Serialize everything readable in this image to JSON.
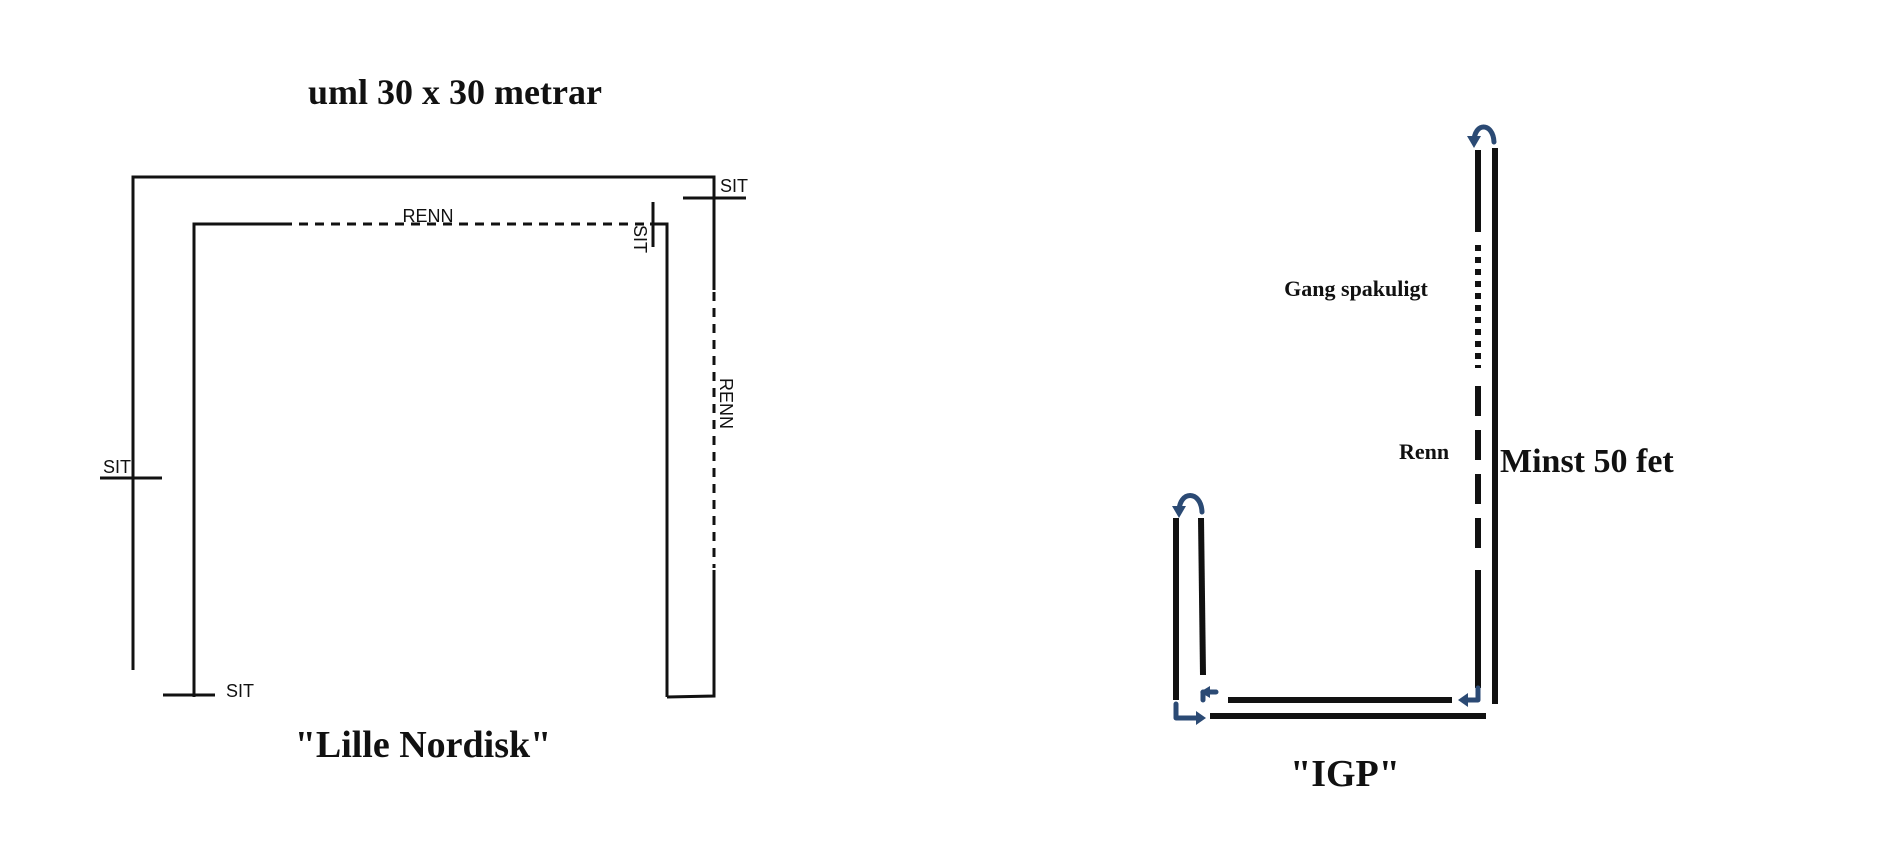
{
  "left_diagram": {
    "title": "uml 30 x 30 metrar",
    "caption": "\"Lille Nordisk\"",
    "labels": {
      "sit_top_right": "SIT",
      "sit_inner_top_right": "SIT",
      "renn_top": "RENN",
      "renn_right": "RENN",
      "sit_left": "SIT",
      "sit_bottom": "SIT"
    }
  },
  "right_diagram": {
    "caption": "\"IGP\"",
    "labels": {
      "gang_spakuligt": "Gang spakuligt",
      "renn": "Renn",
      "minst_50_fet": "Minst 50 fet"
    }
  },
  "colors": {
    "line": "#111111",
    "arrow": "#2b4a74"
  }
}
